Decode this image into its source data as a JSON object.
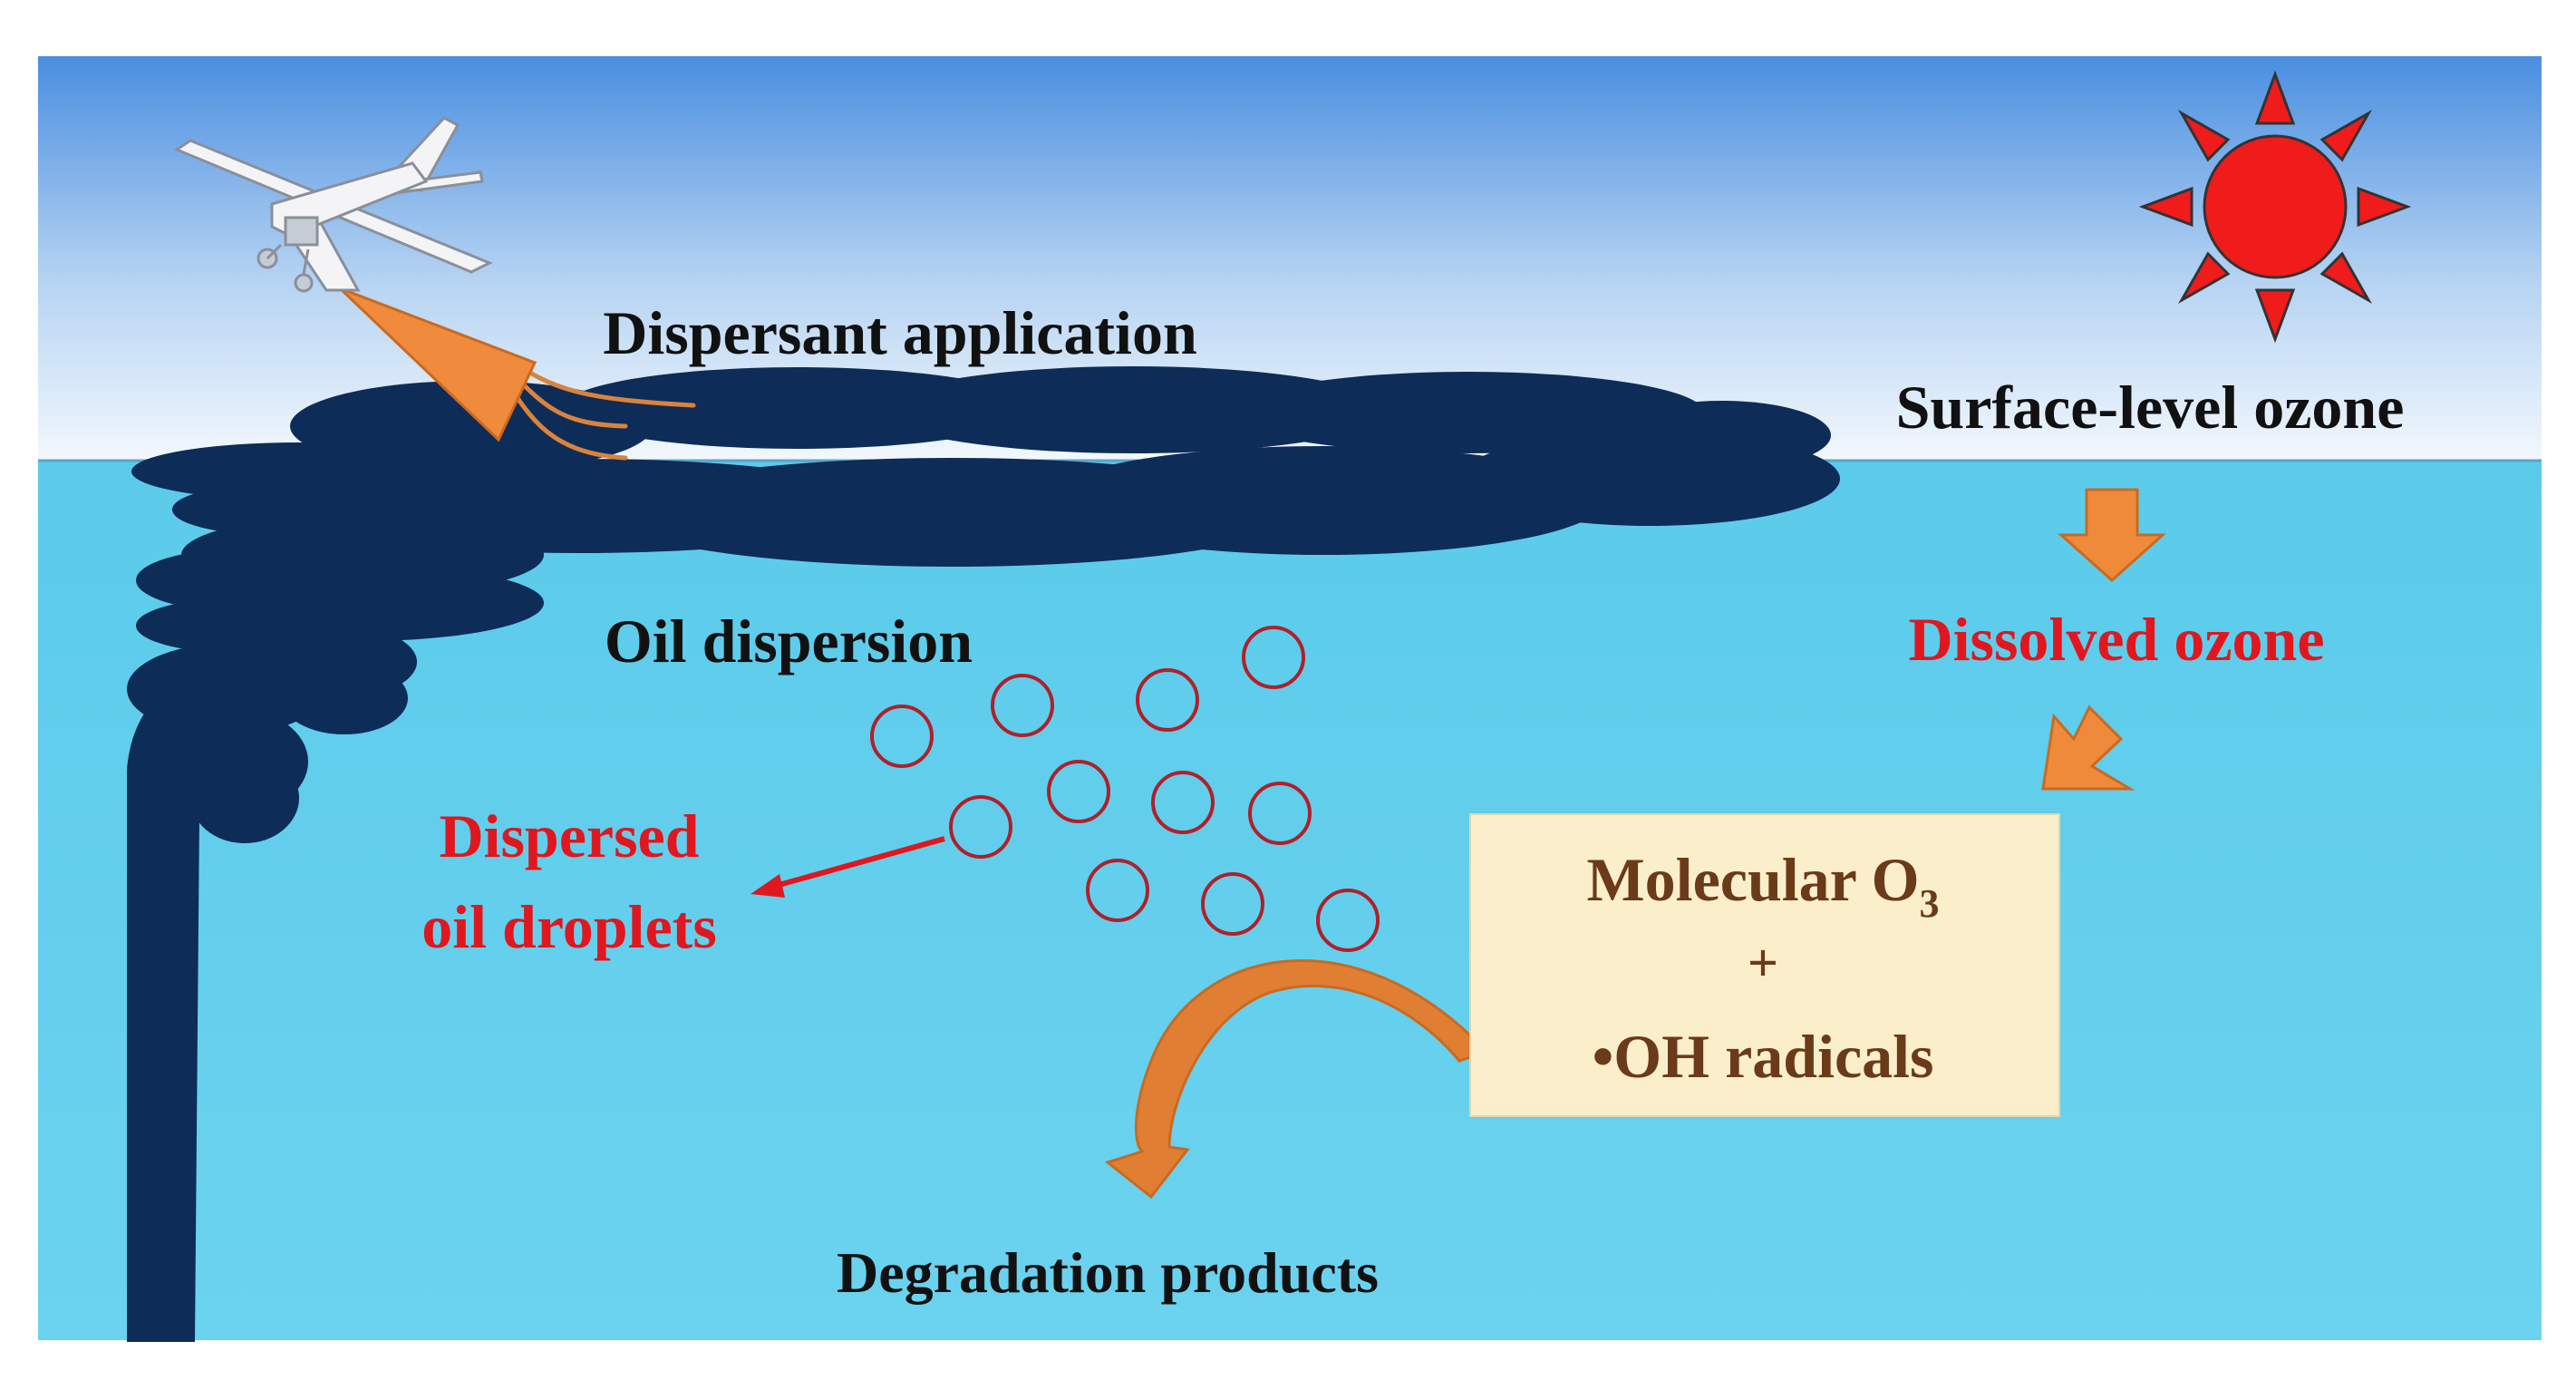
{
  "labels": {
    "dispersant_application": "Dispersant application",
    "surface_level_ozone": "Surface-level ozone",
    "oil_dispersion": "Oil dispersion",
    "dissolved_ozone": "Dissolved ozone",
    "dispersed_line1": "Dispersed",
    "dispersed_line2": "oil droplets",
    "molecular": "Molecular O",
    "subscript_3": "3",
    "plus": "+",
    "oh_radicals": "•OH radicals",
    "degradation_products": "Degradation products"
  },
  "colors": {
    "sky_top": "#4a8ee0",
    "sky_bottom": "#f3f8fd",
    "water_top": "#5bcbea",
    "water_bottom": "#6bd3ef",
    "oil": "#0d2c57",
    "droplet": "#b0202a",
    "sun": "#f01b1b",
    "arrow": "#ef8a3a",
    "arrow_stroke": "#c96a22",
    "box_fill": "#fbeecb",
    "text_dark": "#111111",
    "text_red": "#e0171e",
    "text_brown": "#6b3a18"
  },
  "icons": [
    "airplane-icon",
    "sun-icon",
    "spray-icon"
  ]
}
